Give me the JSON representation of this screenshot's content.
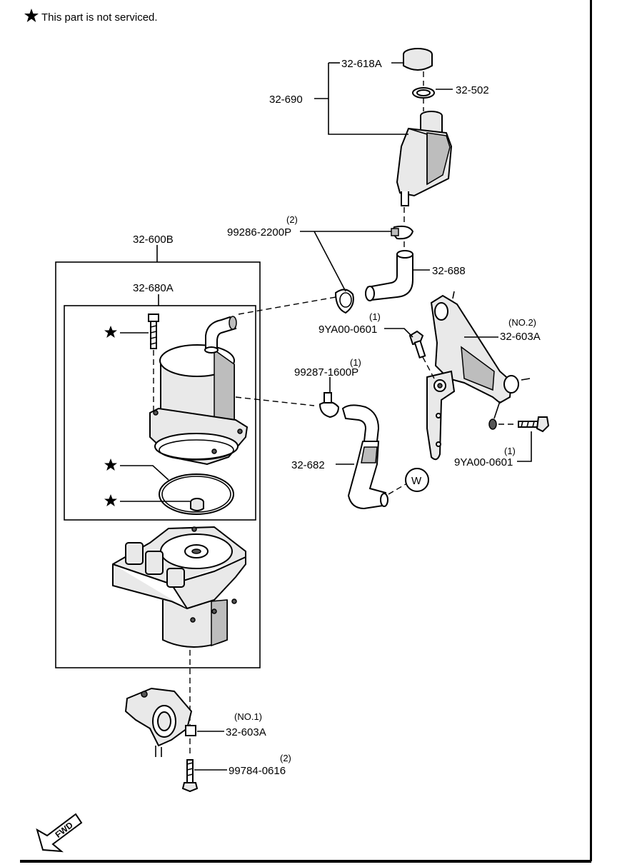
{
  "note": {
    "text": "This part is not serviced."
  },
  "labels": {
    "p32_618A": "32-618A",
    "p32_502": "32-502",
    "p32_690": "32-690",
    "p99286_qty": "(2)",
    "p99286": "99286-2200P",
    "p32_688": "32-688",
    "p32_600B": "32-600B",
    "p32_680A": "32-680A",
    "p9YA00_top_qty": "(1)",
    "p9YA00_top": "9YA00-0601",
    "p603A_no2_qty": "(NO.2)",
    "p603A_no2": "32-603A",
    "p99287_qty": "(1)",
    "p99287": "99287-1600P",
    "p32_682": "32-682",
    "w_circle": "W",
    "p9YA00_bot_qty": "(1)",
    "p9YA00_bot": "9YA00-0601",
    "p603A_no1_qty": "(NO.1)",
    "p603A_no1": "32-603A",
    "p99784_qty": "(2)",
    "p99784": "99784-0616",
    "fwd": "FWD"
  },
  "icons": {
    "star": "star-icon",
    "fwd_arrow": "fwd-arrow-icon"
  }
}
